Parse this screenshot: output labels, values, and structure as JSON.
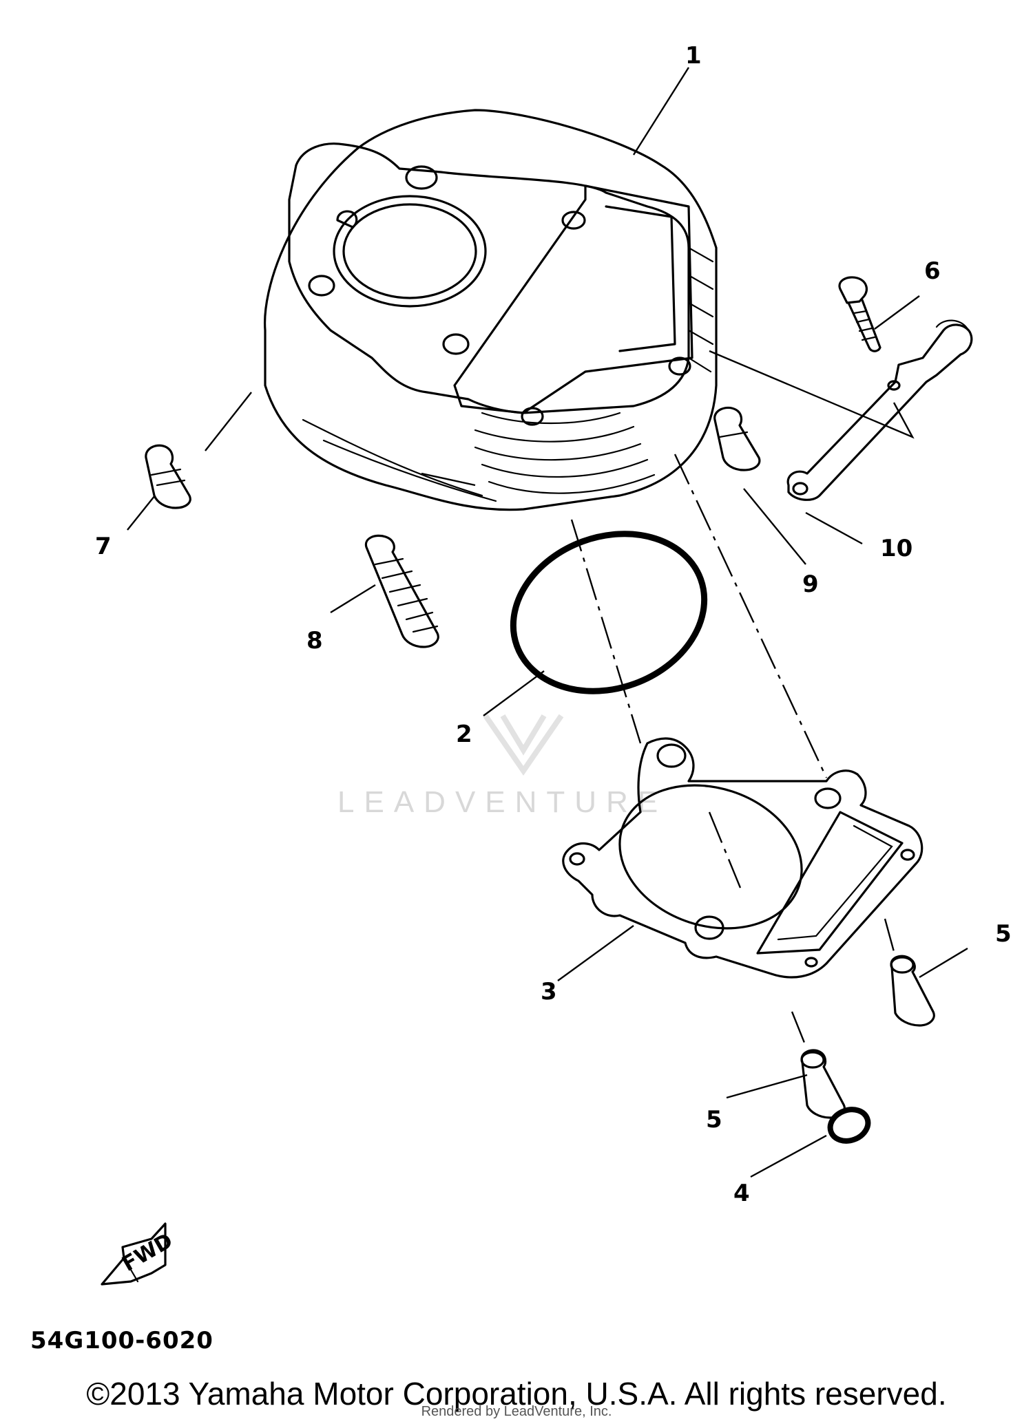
{
  "diagram": {
    "part_numbers": [
      "1",
      "2",
      "3",
      "4",
      "5",
      "5",
      "6",
      "7",
      "8",
      "9",
      "10"
    ],
    "fwd_label": "FWD",
    "watermark": "LEADVENTURE",
    "drawing_code": "54G100-6020"
  },
  "footer": {
    "copyright": "©2013 Yamaha Motor Corporation, U.S.A. All rights reserved.",
    "rendered_by": "Rendered by LeadVenture, Inc."
  }
}
